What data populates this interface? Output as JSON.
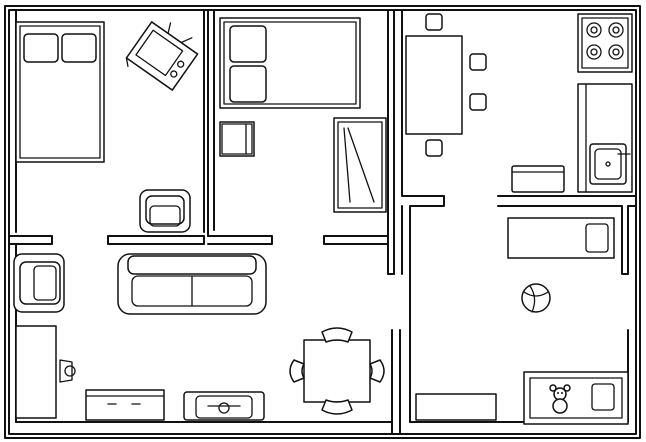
{
  "image": {
    "kind": "floor-plan line drawing",
    "text": []
  },
  "rooms": [
    "bedroom-left",
    "bedroom-middle",
    "kitchen-dining",
    "living-room",
    "nursery"
  ],
  "furniture": [
    "double-bed",
    "tv-set",
    "armchair",
    "single-bed",
    "nightstand",
    "wardrobe",
    "dining-table",
    "stove",
    "kitchen-counter",
    "kitchen-sink",
    "storage-box",
    "sofa",
    "desk",
    "bench",
    "tv-stand",
    "side-table",
    "dining-chairs",
    "ball",
    "cot",
    "teddy-bear",
    "low-cabinet"
  ],
  "colors": {
    "line": "#111111",
    "background": "#ffffff"
  }
}
